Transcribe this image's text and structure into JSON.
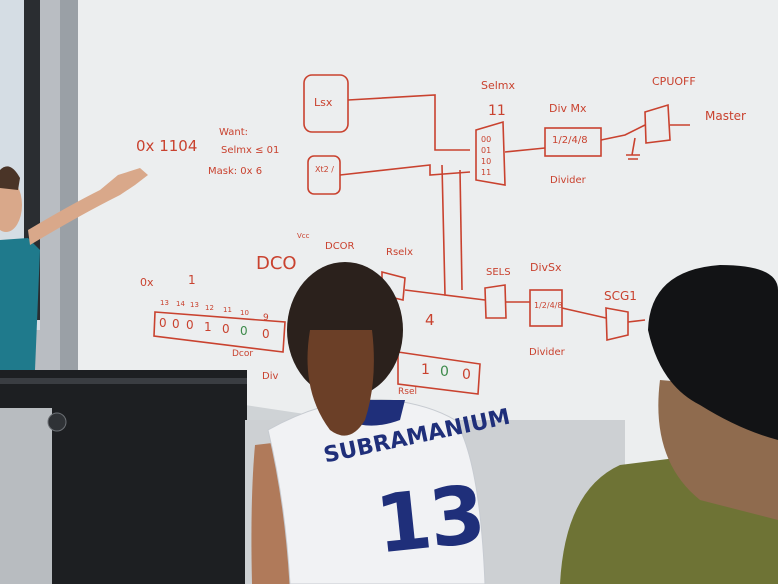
{
  "whiteboard": {
    "address": "0x 1104",
    "want_label": "Want:",
    "selmx_line": "Selmx ≤ 01",
    "mask_line": "Mask: 0x 6",
    "ox_label": "0x",
    "one_label": "1",
    "dco_label": "DCO",
    "dcor_label": "DCOR",
    "rsel_label": "Rselx",
    "four_label": "4",
    "vcc_label": "Vcc",
    "lsx_label": "Lsx",
    "xt_label": "Xt2\n/",
    "selmx_label": "Selmx",
    "selmx_num": "11",
    "divmx_label": "Div Mx",
    "divider_box": "1/2/4/8",
    "divider_label": "Divider",
    "cpuoff_label": "CPUOFF",
    "master_label": "Master",
    "sels_label": "SELS",
    "divsx_label": "DivSx",
    "divsx_box": "1/2/4/8",
    "divider2_label": "Divider",
    "scg1_label": "SCG1",
    "mux_inputs": [
      "00",
      "01",
      "10",
      "11"
    ],
    "bit_numbers": [
      "13",
      "14",
      "13",
      "12",
      "11",
      "10",
      "9"
    ],
    "bits_left": [
      "0",
      "0",
      "0",
      "1",
      "0",
      "0",
      "0"
    ],
    "bits_right": [
      "1",
      "0",
      "0"
    ],
    "rsel_under": "Rsel",
    "dcor_under": "Dcor",
    "divd_under": "Div"
  },
  "jersey": {
    "name": "SUBRAMANIUM",
    "number": "13"
  }
}
